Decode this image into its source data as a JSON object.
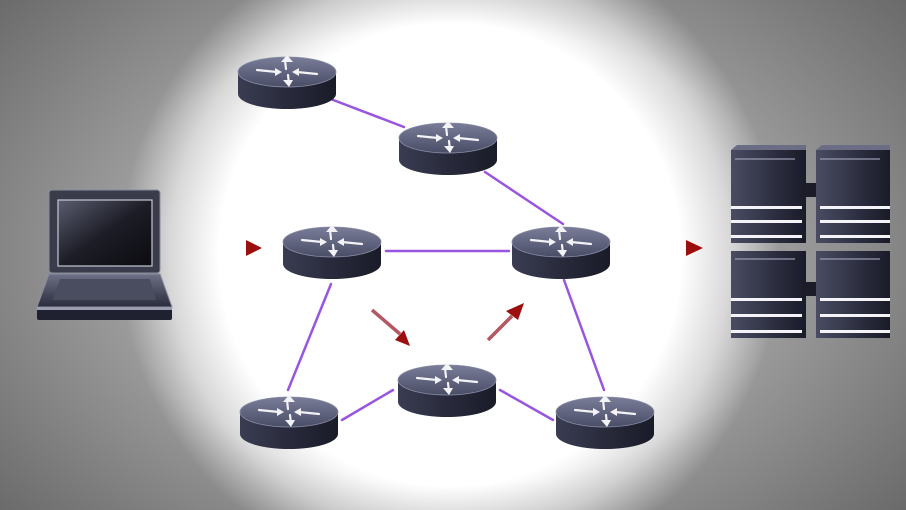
{
  "diagram": {
    "colors": {
      "link": "#9a55e0",
      "arrow": "#9c0f0f",
      "router_body": "#2a2c3e",
      "router_top": "#5a5d78",
      "server_body": "#2b2d3f"
    },
    "nodes": [
      {
        "id": "laptop",
        "kind": "laptop-icon"
      },
      {
        "id": "router-top-left",
        "kind": "router-icon"
      },
      {
        "id": "router-top-mid",
        "kind": "router-icon"
      },
      {
        "id": "router-ingress",
        "kind": "router-icon"
      },
      {
        "id": "router-egress",
        "kind": "router-icon"
      },
      {
        "id": "router-bottom-left",
        "kind": "router-icon"
      },
      {
        "id": "router-bottom-mid",
        "kind": "router-icon"
      },
      {
        "id": "router-bottom-right",
        "kind": "router-icon"
      },
      {
        "id": "server-rack",
        "kind": "server-icon"
      }
    ],
    "links": [
      [
        "router-top-left",
        "router-top-mid"
      ],
      [
        "router-top-mid",
        "router-egress"
      ],
      [
        "router-ingress",
        "router-egress"
      ],
      [
        "router-ingress",
        "router-bottom-left"
      ],
      [
        "router-bottom-left",
        "router-bottom-mid"
      ],
      [
        "router-bottom-mid",
        "router-bottom-right"
      ],
      [
        "router-egress",
        "router-bottom-right"
      ]
    ],
    "traffic_path": [
      "laptop",
      "router-ingress",
      "router-bottom-mid",
      "router-egress",
      "server-rack"
    ]
  }
}
